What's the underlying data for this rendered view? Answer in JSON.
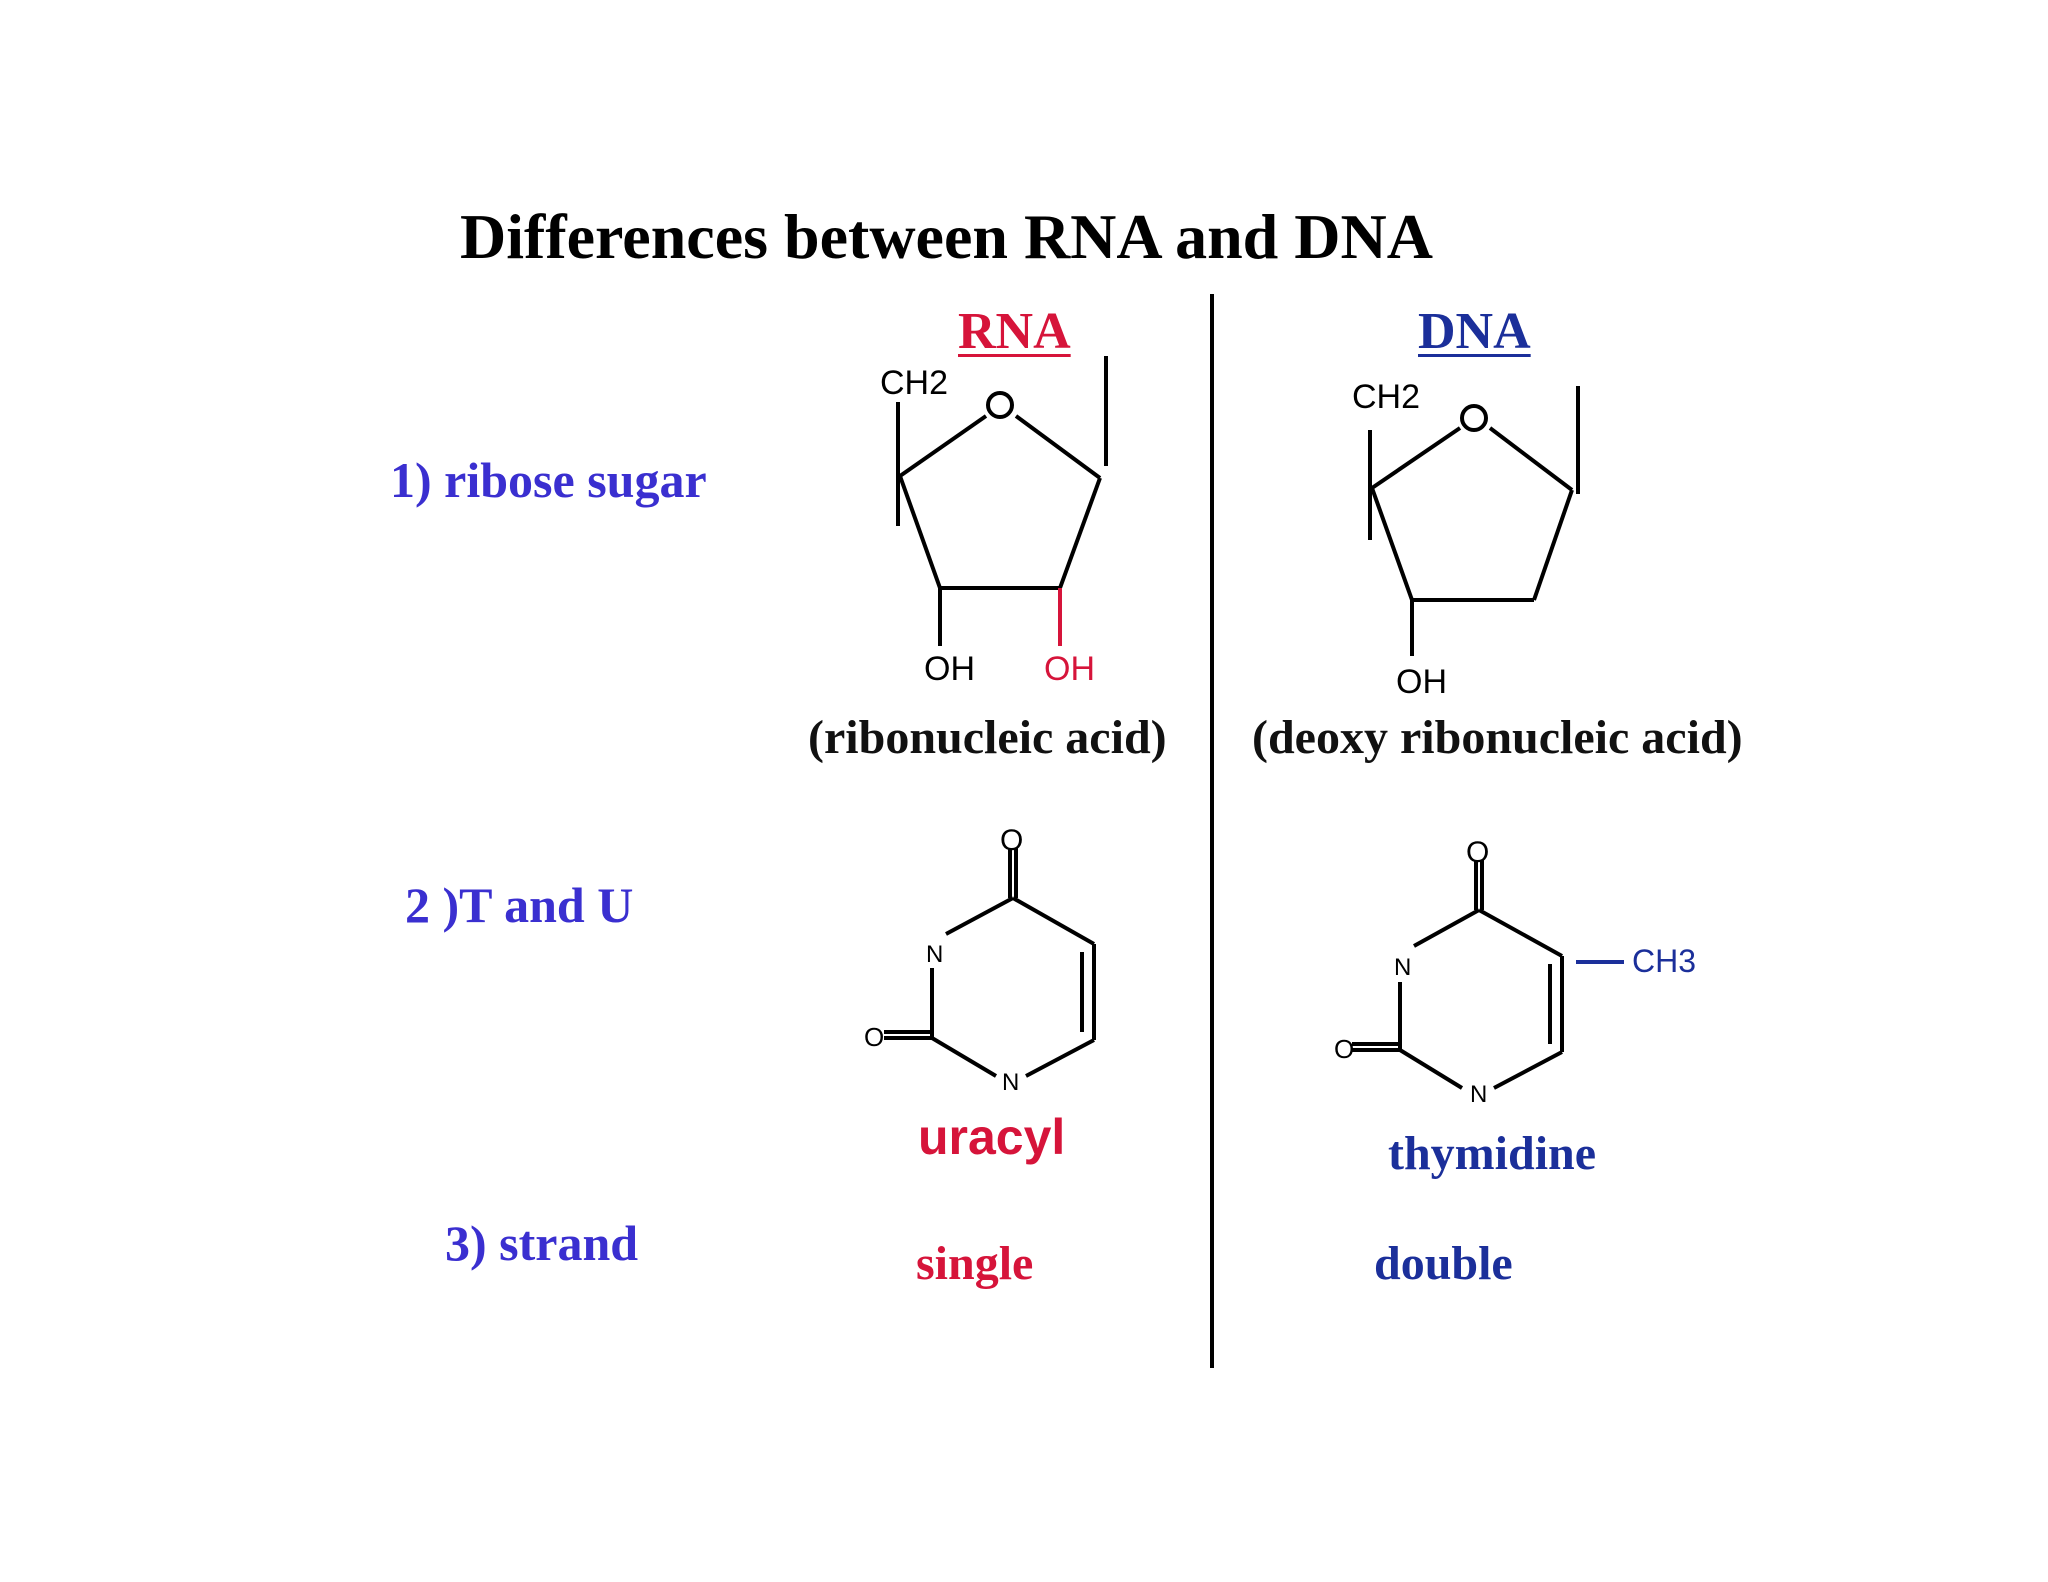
{
  "title": "Differences between RNA and DNA",
  "columns": {
    "rna": "RNA",
    "dna": "DNA"
  },
  "rows": {
    "sugar": {
      "label": "1) ribose sugar",
      "rna_caption": "(ribonucleic acid)",
      "dna_caption": "(deoxy ribonucleic acid)"
    },
    "base": {
      "label": "2 )T and U",
      "rna_name": "uracyl",
      "dna_name": "thymidine"
    },
    "strand": {
      "label": "3) strand",
      "rna_value": "single",
      "dna_value": "double"
    }
  },
  "molecules": {
    "ch2": "CH2",
    "oh": "OH",
    "ring_o": "O",
    "n": "N",
    "carbonyl_o": "O",
    "ch3": "CH3"
  },
  "colors": {
    "rna": "#d6143a",
    "dna": "#1b2f9a",
    "row_label": "#3a2fd0",
    "text": "#000000"
  }
}
